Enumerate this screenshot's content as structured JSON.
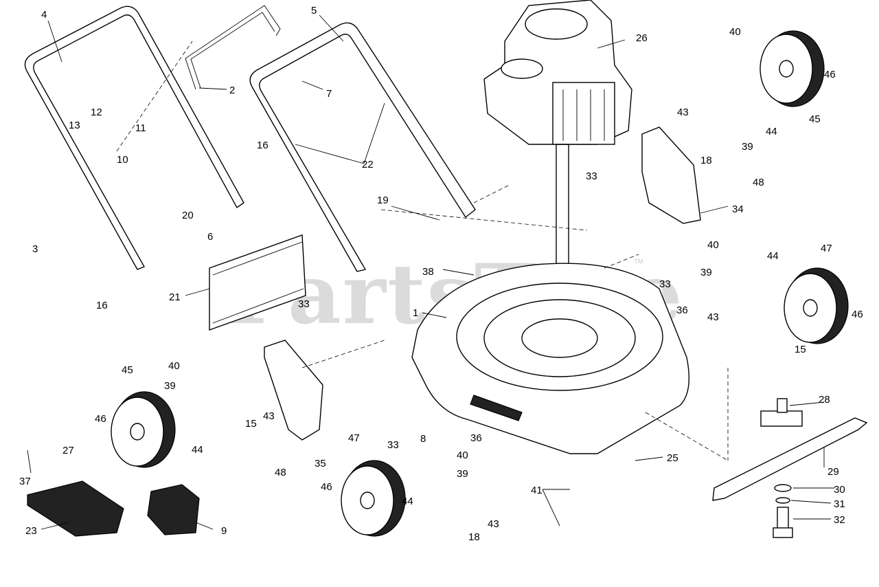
{
  "watermark": {
    "text": "PartsTree",
    "trademark": "™"
  },
  "callouts": {
    "c1": "1",
    "c2": "2",
    "c3": "3",
    "c4": "4",
    "c5": "5",
    "c6": "6",
    "c7": "7",
    "c8": "8",
    "c9": "9",
    "c10": "10",
    "c11": "11",
    "c12": "12",
    "c13": "13",
    "c15a": "15",
    "c15b": "15",
    "c16a": "16",
    "c16b": "16",
    "c18a": "18",
    "c18b": "18",
    "c19": "19",
    "c20": "20",
    "c21": "21",
    "c22": "22",
    "c23": "23",
    "c25": "25",
    "c26": "26",
    "c27": "27",
    "c28": "28",
    "c29": "29",
    "c30": "30",
    "c31": "31",
    "c32": "32",
    "c33a": "33",
    "c33b": "33",
    "c33c": "33",
    "c33d": "33",
    "c34": "34",
    "c35": "35",
    "c36a": "36",
    "c36b": "36",
    "c37": "37",
    "c38": "38",
    "c39a": "39",
    "c39b": "39",
    "c39c": "39",
    "c39d": "39",
    "c40a": "40",
    "c40b": "40",
    "c40c": "40",
    "c40d": "40",
    "c41": "41",
    "c43a": "43",
    "c43b": "43",
    "c43c": "43",
    "c43d": "43",
    "c44a": "44",
    "c44b": "44",
    "c44c": "44",
    "c44d": "44",
    "c45a": "45",
    "c45b": "45",
    "c46a": "46",
    "c46b": "46",
    "c46c": "46",
    "c46d": "46",
    "c47a": "47",
    "c47b": "47",
    "c48a": "48",
    "c48b": "48"
  }
}
